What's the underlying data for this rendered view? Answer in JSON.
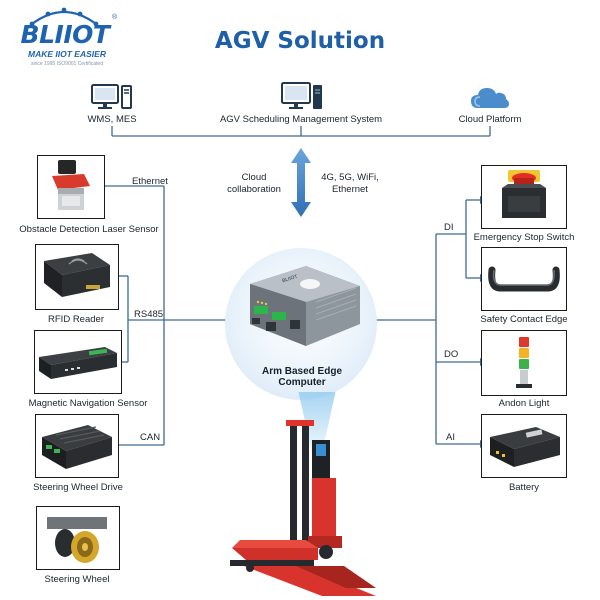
{
  "header": {
    "title": "AGV Solution"
  },
  "logo": {
    "wordmark": "BLIIOT",
    "slogan": "MAKE IIOT EASIER",
    "sub": "since 1995 ISO9001 Certificated",
    "registered": "®"
  },
  "top_systems": [
    {
      "label": "WMS, MES",
      "icon": "computer-icon"
    },
    {
      "label": "AGV Scheduling Management System",
      "icon": "workstation-icon"
    },
    {
      "label": "Cloud Platform",
      "icon": "cloud-icon"
    }
  ],
  "uplink": {
    "left_label": "Cloud\ncollaboration",
    "right_label": "4G, 5G, WiFi,\nEthernet"
  },
  "center": {
    "label": "Arm Based Edge\nComputer",
    "device_text": "BLIIOT"
  },
  "left_devices": [
    {
      "label": "Obstacle Detection Laser Sensor"
    },
    {
      "label": "RFID Reader"
    },
    {
      "label": "Magnetic Navigation Sensor"
    },
    {
      "label": "Steering Wheel Drive"
    },
    {
      "label": "Steering Wheel"
    }
  ],
  "left_buses": {
    "ethernet": "Ethernet",
    "rs485": "RS485",
    "can": "CAN"
  },
  "right_devices": [
    {
      "label": "Emergency Stop Switch"
    },
    {
      "label": "Safety Contact Edge"
    },
    {
      "label": "Andon Light"
    },
    {
      "label": "Battery"
    }
  ],
  "right_buses": {
    "di": "DI",
    "do": "DO",
    "ai": "AI"
  },
  "colors": {
    "title": "#1f5fa8",
    "connector": "#3d6b94",
    "arrow": "#4a8ccc",
    "agv_red": "#d8332c"
  }
}
